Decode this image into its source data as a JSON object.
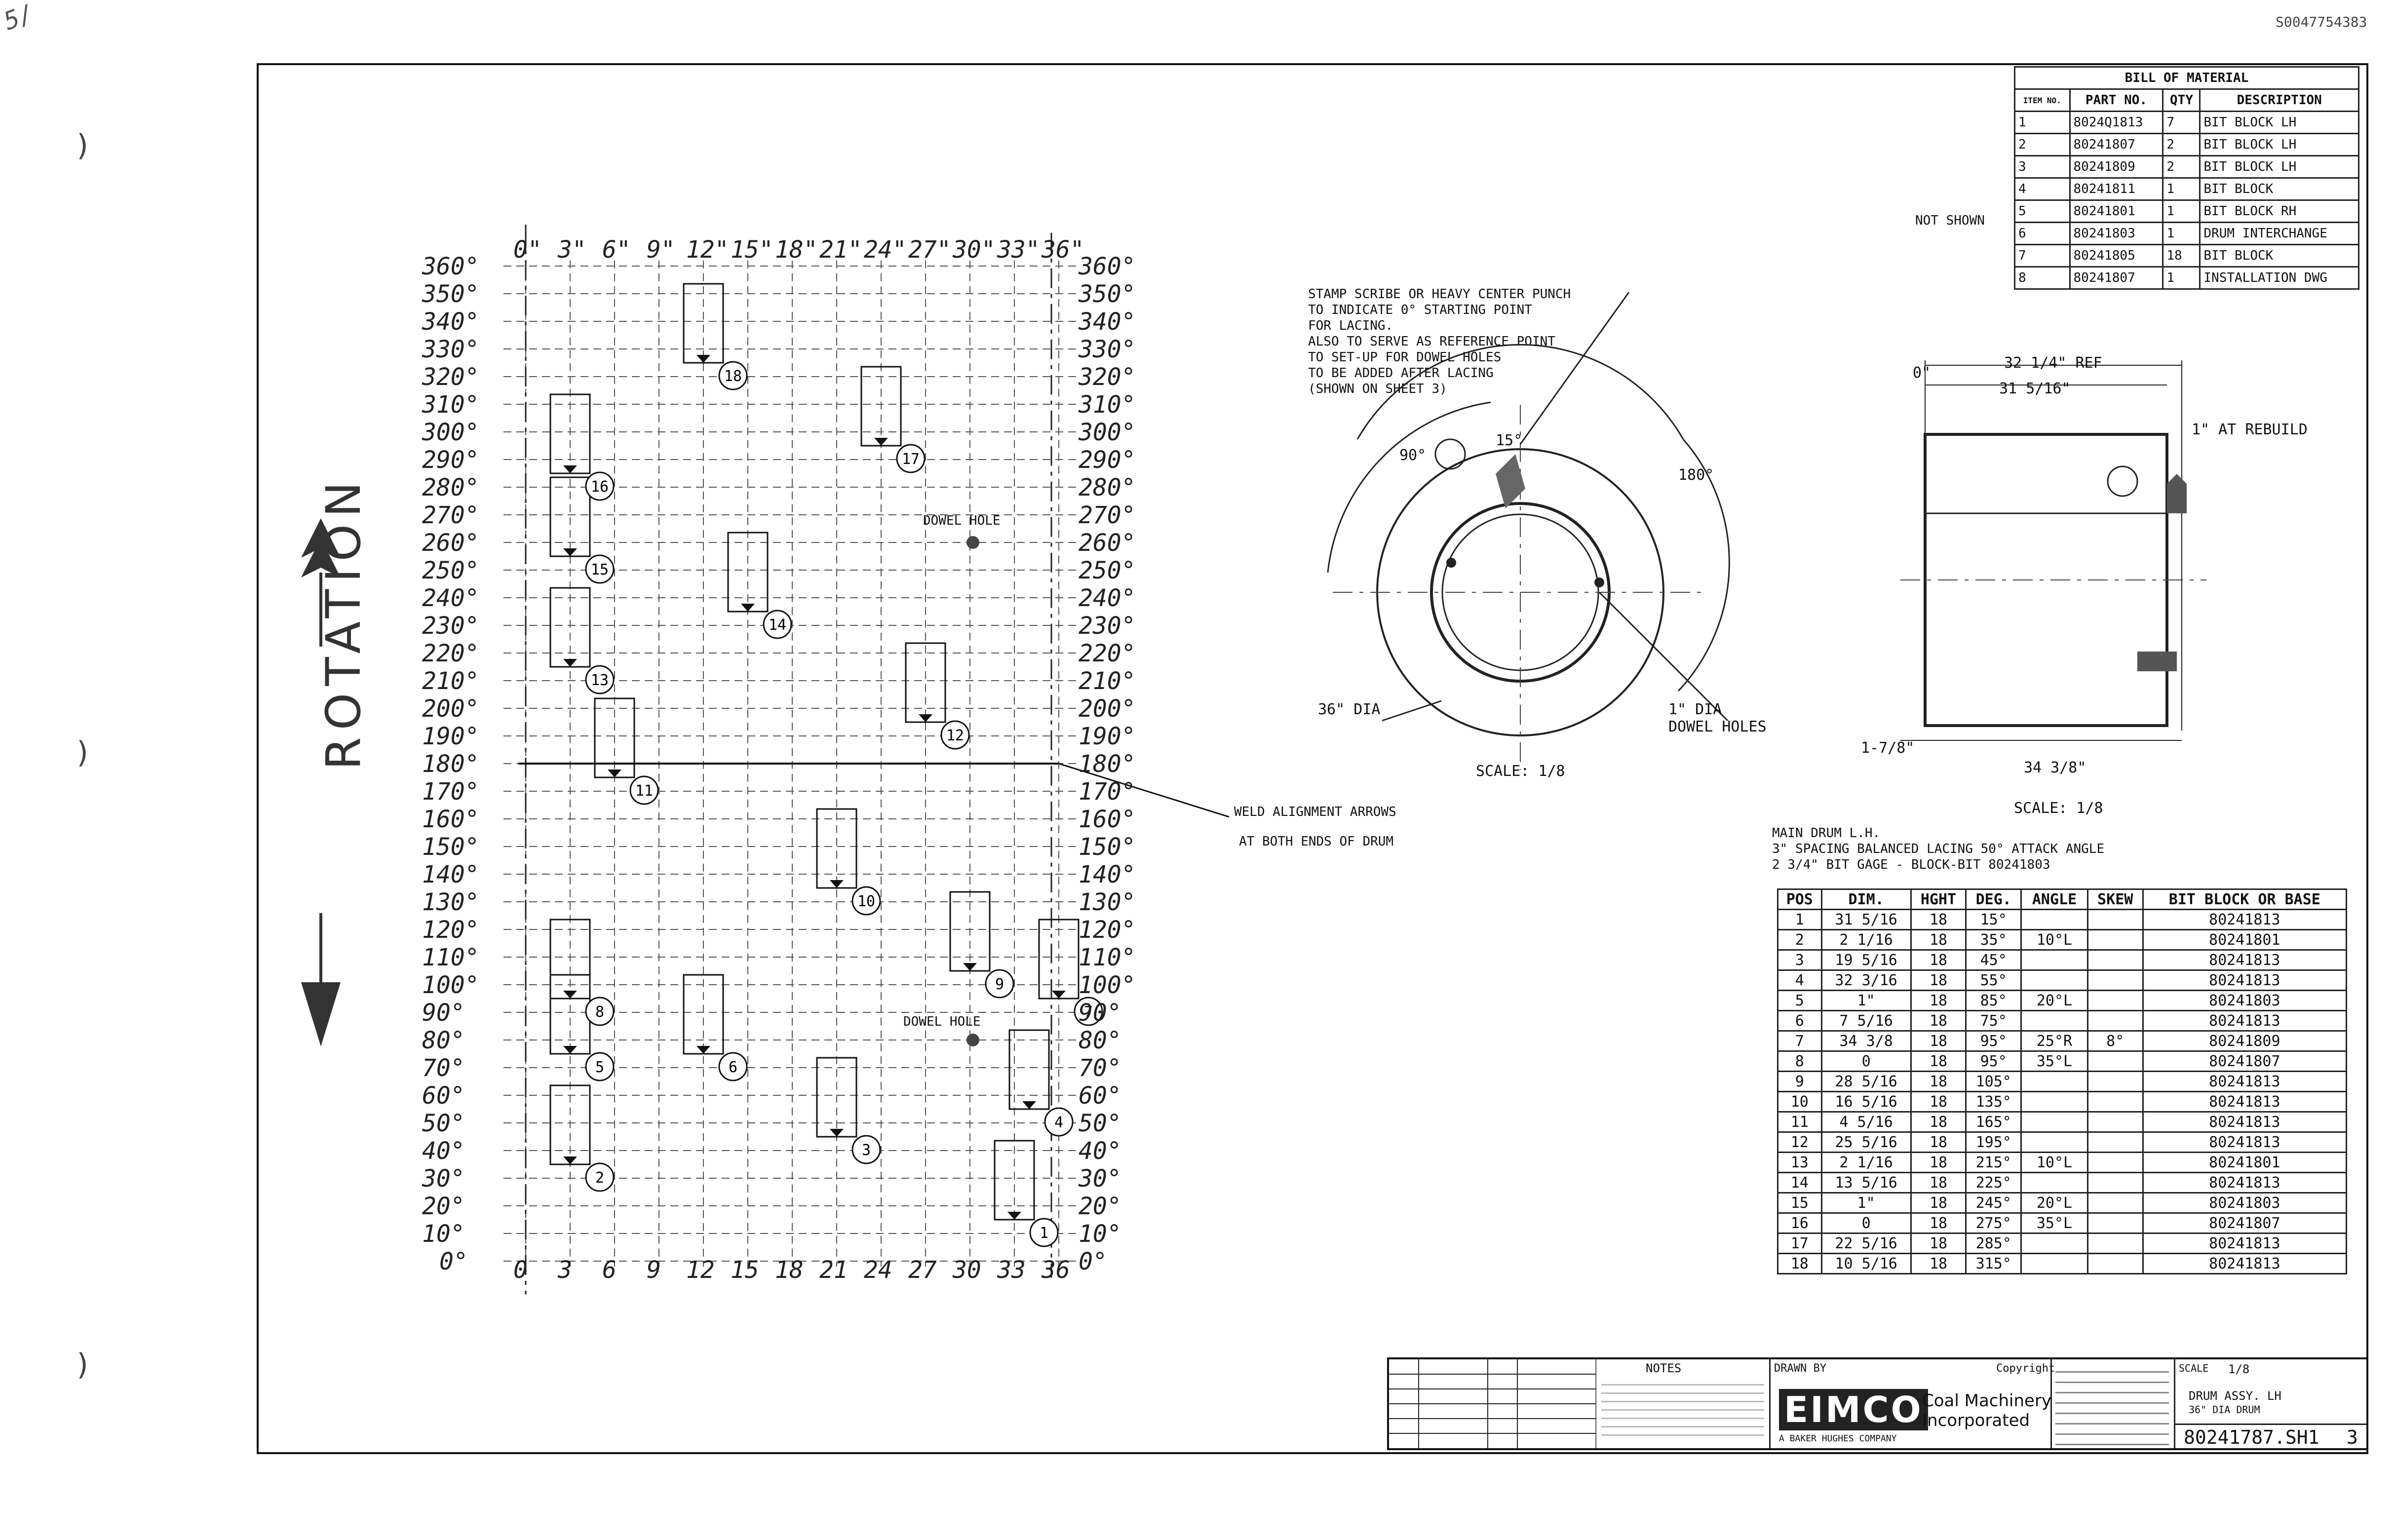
{
  "doc_id": "S0047754383",
  "corner_scribble": "5/",
  "bom": {
    "title": "BILL OF MATERIAL",
    "headers": [
      "ITEM NO.",
      "PART NO.",
      "QTY",
      "DESCRIPTION"
    ],
    "rows": [
      [
        "1",
        "8024Q1813",
        "7",
        "BIT BLOCK LH"
      ],
      [
        "2",
        "80241807",
        "2",
        "BIT BLOCK LH"
      ],
      [
        "3",
        "80241809",
        "2",
        "BIT BLOCK LH"
      ],
      [
        "4",
        "80241811",
        "1",
        "BIT BLOCK"
      ],
      [
        "5",
        "80241801",
        "1",
        "BIT BLOCK RH"
      ],
      [
        "6",
        "80241803",
        "1",
        "DRUM INTERCHANGE"
      ],
      [
        "7",
        "80241805",
        "18",
        "BIT BLOCK"
      ],
      [
        "8",
        "80241807",
        "1",
        "INSTALLATION DWG"
      ]
    ],
    "side_note": "NOT SHOWN"
  },
  "rotation_label": "ROTATION",
  "lacing": {
    "angles_left": [
      "360°",
      "350°",
      "340°",
      "330°",
      "320°",
      "310°",
      "300°",
      "290°",
      "280°",
      "270°",
      "260°",
      "250°",
      "240°",
      "230°",
      "220°",
      "210°",
      "200°",
      "190°",
      "180°",
      "170°",
      "160°",
      "150°",
      "140°",
      "130°",
      "120°",
      "110°",
      "100°",
      "90°",
      "80°",
      "70°",
      "60°",
      "50°",
      "40°",
      "30°",
      "20°",
      "10°",
      "0°"
    ],
    "angles_right": [
      "360°",
      "350°",
      "340°",
      "330°",
      "320°",
      "310°",
      "300°",
      "290°",
      "280°",
      "270°",
      "260°",
      "250°",
      "240°",
      "230°",
      "220°",
      "210°",
      "200°",
      "190°",
      "180°",
      "170°",
      "160°",
      "150°",
      "140°",
      "130°",
      "120°",
      "110°",
      "100°",
      "90°",
      "80°",
      "70°",
      "60°",
      "50°",
      "40°",
      "30°",
      "20°",
      "10°",
      "0°"
    ],
    "top_axis": [
      "0\"",
      "3\"",
      "6\"",
      "9\"",
      "12\"",
      "15\"",
      "18\"",
      "21\"",
      "24\"",
      "27\"",
      "30\"",
      "33\"",
      "36\""
    ],
    "bottom_axis": [
      "0",
      "3",
      "6",
      "9",
      "12",
      "15",
      "18",
      "21",
      "24",
      "27",
      "30",
      "33",
      "36"
    ],
    "dowel_hole_label": "DOWEL HOLE",
    "weld_note": [
      "WELD ALIGNMENT ARROWS",
      "AT BOTH ENDS OF DRUM"
    ],
    "positions": [
      {
        "n": "1",
        "x": 33,
        "deg": 15
      },
      {
        "n": "2",
        "x": 3,
        "deg": 35
      },
      {
        "n": "3",
        "x": 21,
        "deg": 45
      },
      {
        "n": "4",
        "x": 34,
        "deg": 55
      },
      {
        "n": "5",
        "x": 3,
        "deg": 75
      },
      {
        "n": "6",
        "x": 12,
        "deg": 75
      },
      {
        "n": "7",
        "x": 36,
        "deg": 95
      },
      {
        "n": "8",
        "x": 3,
        "deg": 95
      },
      {
        "n": "9",
        "x": 30,
        "deg": 105
      },
      {
        "n": "10",
        "x": 21,
        "deg": 135
      },
      {
        "n": "11",
        "x": 6,
        "deg": 175
      },
      {
        "n": "12",
        "x": 27,
        "deg": 195
      },
      {
        "n": "13",
        "x": 3,
        "deg": 215
      },
      {
        "n": "14",
        "x": 15,
        "deg": 235
      },
      {
        "n": "15",
        "x": 3,
        "deg": 255
      },
      {
        "n": "16",
        "x": 3,
        "deg": 285
      },
      {
        "n": "17",
        "x": 24,
        "deg": 295
      },
      {
        "n": "18",
        "x": 12,
        "deg": 325
      }
    ]
  },
  "end_view": {
    "note": [
      "STAMP SCRIBE OR HEAVY CENTER PUNCH",
      "TO INDICATE 0° STARTING POINT",
      "FOR LACING.",
      "ALSO TO SERVE AS REFERENCE POINT",
      "TO SET-UP FOR DOWEL HOLES",
      "TO BE ADDED AFTER LACING",
      "(SHOWN ON SHEET 3)"
    ],
    "dim_15": "15°",
    "dim_90": "90°",
    "dim_180": "180°",
    "dia_label": "36\" DIA",
    "hole_label": [
      "1\" DIA",
      "DOWEL HOLES"
    ],
    "scale": "SCALE: 1/8"
  },
  "side_view": {
    "dim_top1": "32 1/4\" REF",
    "dim_top2": "31 5/16\"",
    "zero": "0\"",
    "rebuild": "1\" AT REBUILD",
    "dim_left": "1-7/8\"",
    "dim_bottom": "34 3/8\"",
    "scale": "SCALE: 1/8"
  },
  "drum_notes": [
    "MAIN DRUM L.H.",
    "3\" SPACING BALANCED LACING 50° ATTACK ANGLE",
    "2 3/4\" BIT GAGE - BLOCK-BIT 80241803"
  ],
  "lacing_table": {
    "headers": [
      "POS",
      "DIM.",
      "HGHT",
      "DEG.",
      "ANGLE",
      "SKEW",
      "BIT BLOCK OR BASE"
    ],
    "rows": [
      [
        "1",
        "31 5/16",
        "18",
        "15°",
        "",
        "",
        "80241813"
      ],
      [
        "2",
        "2 1/16",
        "18",
        "35°",
        "10°L",
        "",
        "80241801"
      ],
      [
        "3",
        "19 5/16",
        "18",
        "45°",
        "",
        "",
        "80241813"
      ],
      [
        "4",
        "32 3/16",
        "18",
        "55°",
        "",
        "",
        "80241813"
      ],
      [
        "5",
        "1\"",
        "18",
        "85°",
        "20°L",
        "",
        "80241803"
      ],
      [
        "6",
        "7 5/16",
        "18",
        "75°",
        "",
        "",
        "80241813"
      ],
      [
        "7",
        "34 3/8",
        "18",
        "95°",
        "25°R",
        "8°",
        "80241809"
      ],
      [
        "8",
        "0",
        "18",
        "95°",
        "35°L",
        "",
        "80241807"
      ],
      [
        "9",
        "28 5/16",
        "18",
        "105°",
        "",
        "",
        "80241813"
      ],
      [
        "10",
        "16 5/16",
        "18",
        "135°",
        "",
        "",
        "80241813"
      ],
      [
        "11",
        "4 5/16",
        "18",
        "165°",
        "",
        "",
        "80241813"
      ],
      [
        "12",
        "25 5/16",
        "18",
        "195°",
        "",
        "",
        "80241813"
      ],
      [
        "13",
        "2 1/16",
        "18",
        "215°",
        "10°L",
        "",
        "80241801"
      ],
      [
        "14",
        "13 5/16",
        "18",
        "225°",
        "",
        "",
        "80241813"
      ],
      [
        "15",
        "1\"",
        "18",
        "245°",
        "20°L",
        "",
        "80241803"
      ],
      [
        "16",
        "0",
        "18",
        "275°",
        "35°L",
        "",
        "80241807"
      ],
      [
        "17",
        "22 5/16",
        "18",
        "285°",
        "",
        "",
        "80241813"
      ],
      [
        "18",
        "10 5/16",
        "18",
        "315°",
        "",
        "",
        "80241813"
      ]
    ]
  },
  "title_block": {
    "notes_title": "NOTES",
    "company_logo": "EIMCO",
    "company_line1": "Coal Machinery",
    "company_line2": "Incorporated",
    "sub_logo": "A BAKER HUGHES COMPANY",
    "drawn": "DRAWN BY",
    "copyright": "Copyright",
    "scale_label": "SCALE",
    "scale_val": "1/8",
    "title": "DRUM ASSY. LH",
    "title2": "36\" DIA DRUM",
    "dwg_no": "80241787.SH1",
    "sheet": "3"
  }
}
